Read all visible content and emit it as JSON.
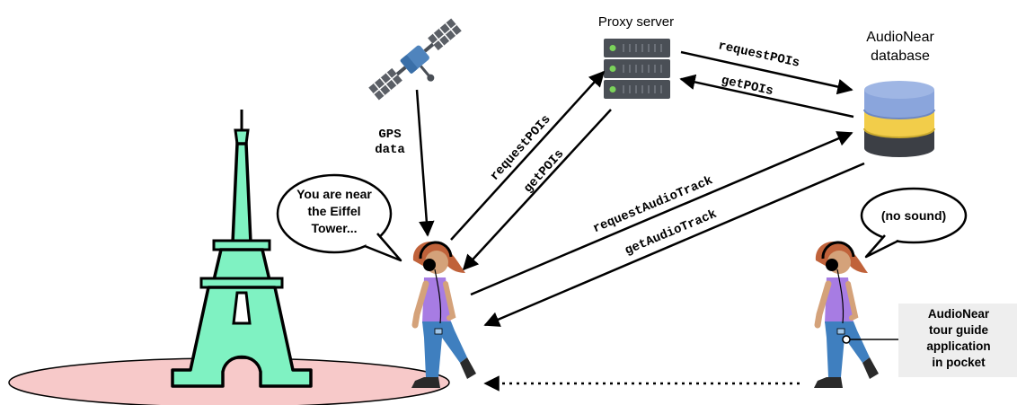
{
  "nodes": {
    "proxy_server": "Proxy server",
    "database": [
      "AudioNear",
      "database"
    ],
    "gps_data": [
      "GPS",
      "data"
    ]
  },
  "edges": {
    "request_pois_proxy_db": "requestPOIs",
    "get_pois_db_proxy": "getPOIs",
    "request_pois_user_proxy": "requestPOIs",
    "get_pois_proxy_user": "getPOIs",
    "request_audio_track": "requestAudioTrack",
    "get_audio_track": "getAudioTrack"
  },
  "bubbles": {
    "near_user": [
      "You are near",
      "the Eiffel",
      "Tower..."
    ],
    "far_user": "(no sound)"
  },
  "callout": [
    "AudioNear",
    "tour guide",
    "application",
    "in pocket"
  ],
  "colors": {
    "tower": "#7ff2c2",
    "plaza": "#f7c9c9",
    "shirt": "#a77ce3",
    "jeans": "#3f7fbf",
    "hair": "#c0623a",
    "skin": "#d4a27a",
    "satellite_panel": "#4f84bd",
    "db_top": "#8aa5dc",
    "db_middle": "#f2cd4a",
    "db_bottom": "#3c3f45",
    "server": "#4a4f56",
    "server_led": "#7bd35a"
  }
}
